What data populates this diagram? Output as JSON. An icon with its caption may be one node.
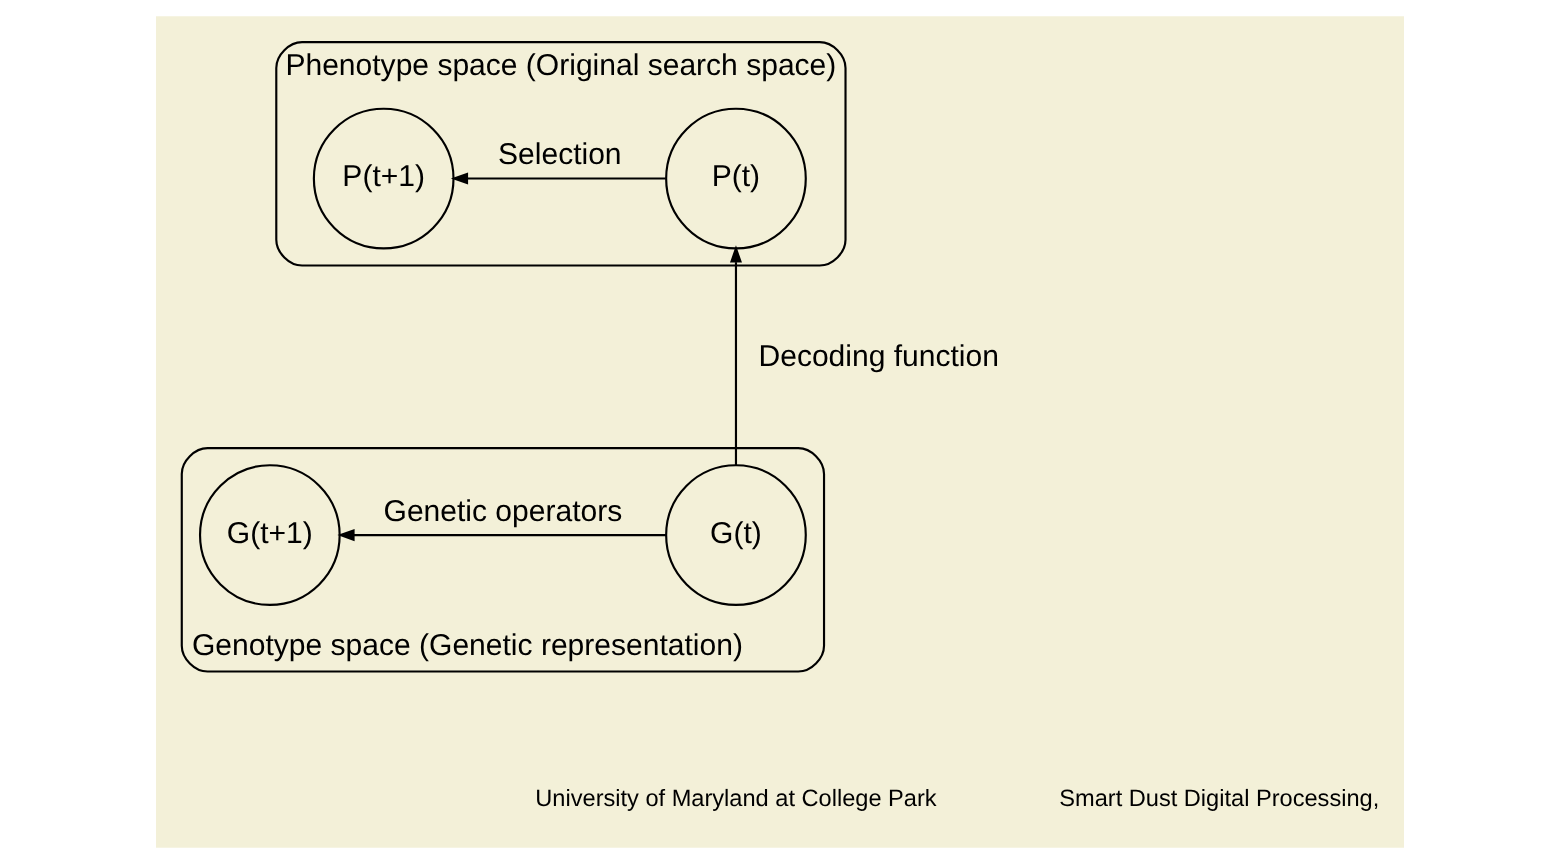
{
  "diagram": {
    "nodes": [
      {
        "text": [
          "Phenotype space (Original search space)"
        ]
      },
      {
        "text": [
          "P(t+1)"
        ],
        "in": 0
      },
      {
        "text": [
          "P(t)"
        ],
        "in": 0
      },
      {
        "text": [
          "Genotype space (Genetic representation)"
        ]
      },
      {
        "text": [
          "G(t+1)"
        ],
        "in": 3
      },
      {
        "text": [
          "G(t)"
        ],
        "in": 3
      }
    ],
    "edges": [
      {
        "from": 2,
        "to": 1,
        "arrow": "to",
        "label": "Selection"
      },
      {
        "from": 5,
        "to": 2,
        "arrow": "to",
        "label": "Decoding function"
      },
      {
        "from": 5,
        "to": 4,
        "arrow": "to",
        "label": "Genetic operators"
      }
    ],
    "labels": [
      "University of Maryland at College Park",
      "Smart Dust Digital Processing,"
    ]
  }
}
